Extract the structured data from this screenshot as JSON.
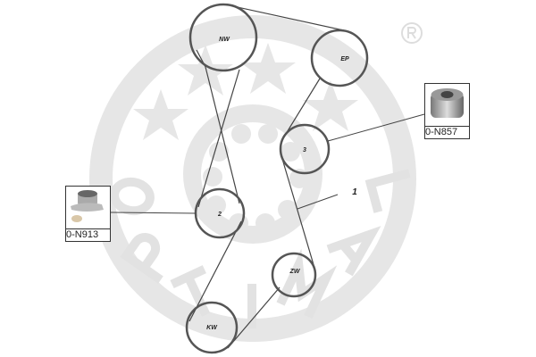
{
  "watermark": {
    "text": "OPTIMAL",
    "letters": [
      "O",
      "P",
      "T",
      "I",
      "M",
      "A",
      "L"
    ],
    "registered": "®",
    "color": "#e4e4e4"
  },
  "pulleys": [
    {
      "id": "nw",
      "label": "NW"
    },
    {
      "id": "ep",
      "label": "EP"
    },
    {
      "id": "p3",
      "label": "3"
    },
    {
      "id": "p2",
      "label": "2"
    },
    {
      "id": "zw",
      "label": "ZW"
    },
    {
      "id": "kw",
      "label": "KW"
    }
  ],
  "belt_label": "1",
  "parts": [
    {
      "code": "0-N857",
      "attached_to": "3"
    },
    {
      "code": "0-N913",
      "attached_to": "2"
    }
  ]
}
